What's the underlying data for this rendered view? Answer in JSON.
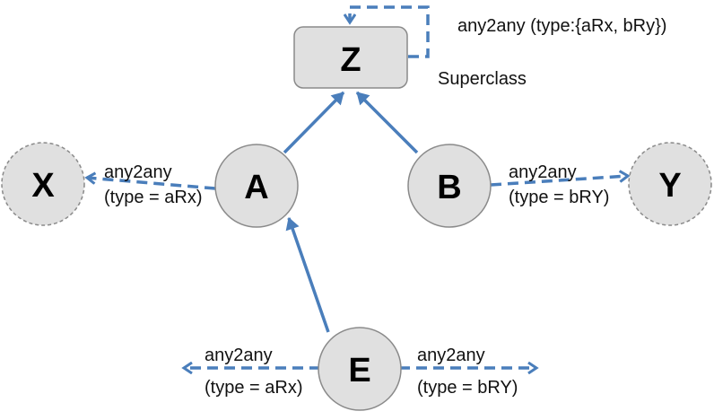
{
  "nodes": {
    "Z": {
      "label": "Z",
      "caption": "Superclass"
    },
    "A": {
      "label": "A"
    },
    "B": {
      "label": "B"
    },
    "X": {
      "label": "X"
    },
    "Y": {
      "label": "Y"
    },
    "E": {
      "label": "E"
    }
  },
  "edges": {
    "z_self": {
      "line1": "any2any (type:{aRx, bRy})"
    },
    "a_x": {
      "line1": "any2any",
      "line2": "(type = aRx)"
    },
    "b_y": {
      "line1": "any2any",
      "line2": "(type = bRY)"
    },
    "e_left": {
      "line1": "any2any",
      "line2": "(type = aRx)"
    },
    "e_right": {
      "line1": "any2any",
      "line2": "(type = bRY)"
    }
  },
  "colors": {
    "edge": "#4a7ebb",
    "node_fill": "#e0e0e0",
    "node_stroke": "#8a8a8a"
  }
}
